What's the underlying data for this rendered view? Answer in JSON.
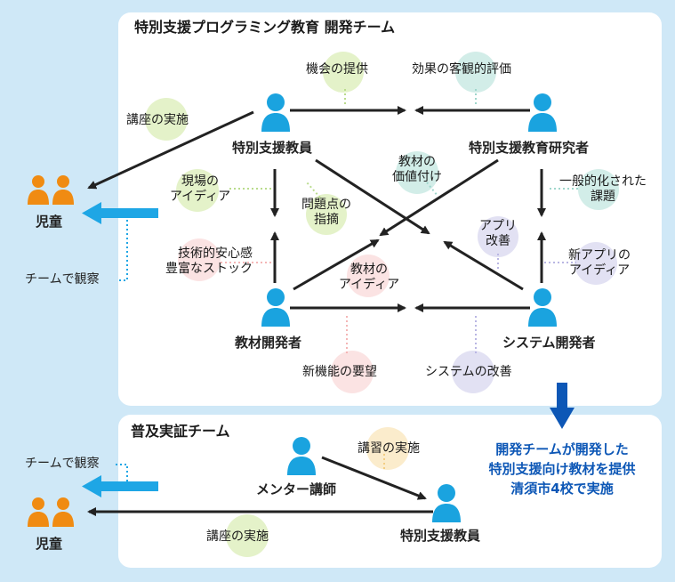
{
  "colors": {
    "background": "#cfe8f7",
    "panel": "#ffffff",
    "arrow": "#222222",
    "blue_arrow": "#1ea6e5",
    "note_blue": "#0d57b6",
    "child_orange": "#f08b12",
    "person_blue": "#1aa3df"
  },
  "dev_team": {
    "title": "特別支援プログラミング教育 開発チーム",
    "roles": {
      "teacher": "特別支援教員",
      "researcher": "特別支援教育研究者",
      "material_dev": "教材開発者",
      "system_dev": "システム開発者"
    },
    "labels": {
      "opportunity": "機会の提供",
      "objective_eval": "効果の客観的評価",
      "lecture": "講座の実施",
      "value_line1": "教材の",
      "value_line2": "価値付け",
      "general_line1": "一般的化された",
      "general_line2": "課題",
      "field_line1": "現場の",
      "field_line2": "アイディア",
      "problem_line1": "問題点の",
      "problem_line2": "指摘",
      "app_improve_line1": "アプリ",
      "app_improve_line2": "改善",
      "tech_line1": "技術的安心感",
      "tech_line2": "豊富なストック",
      "material_idea_line1": "教材の",
      "material_idea_line2": "アイディア",
      "new_app_line1": "新アプリの",
      "new_app_line2": "アイディア",
      "new_feature": "新機能の要望",
      "system_improve": "システムの改善"
    },
    "children": "児童",
    "observe": "チームで観察"
  },
  "promo_team": {
    "title": "普及実証チーム",
    "roles": {
      "mentor": "メンター講師",
      "teacher": "特別支援教員"
    },
    "labels": {
      "training": "講習の実施",
      "lecture": "講座の実施"
    },
    "children": "児童",
    "observe": "チームで観察"
  },
  "note": {
    "line1": "開発チームが開発した",
    "line2": "特別支援向け教材を提供",
    "line3": "清須市4校で実施"
  }
}
